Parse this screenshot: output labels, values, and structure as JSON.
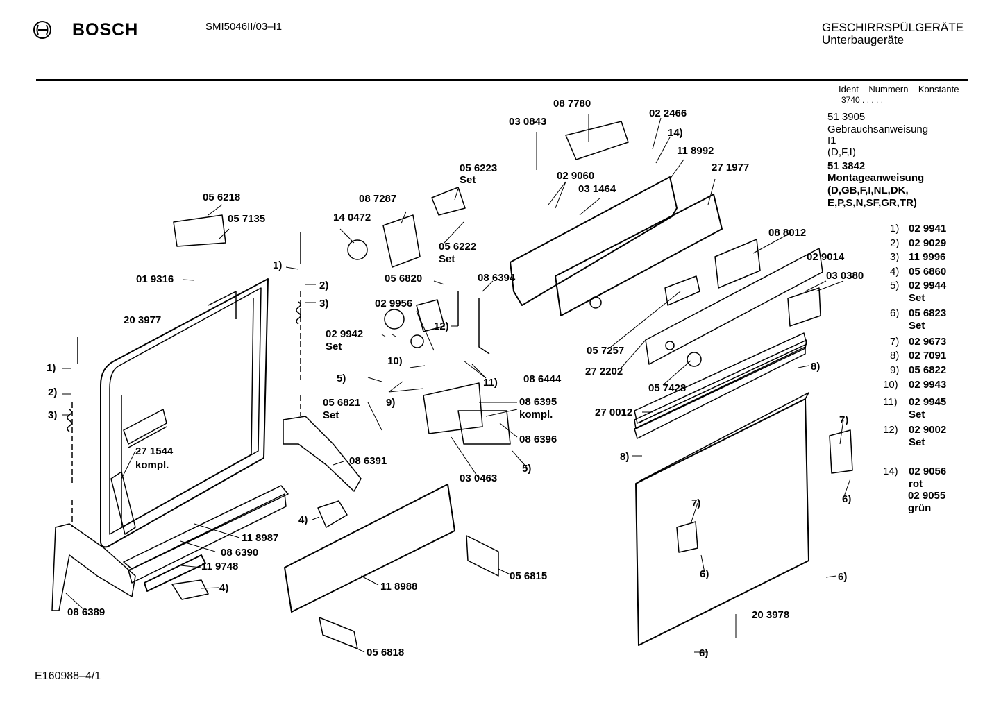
{
  "header": {
    "brand": "BOSCH",
    "model": "SMI5046II/03–I1",
    "category_line1": "GESCHIRRSPÜLGERÄTE",
    "category_line2": "Unterbaugeräte"
  },
  "sidebar": {
    "ident_title": "Ident – Nummern – Konstante",
    "ident_value": "3740  .  .  .  .  .",
    "doc1_number": "51 3905",
    "doc1_title": "Gebrauchsanweisung",
    "doc1_sub1": "I1",
    "doc1_sub2": "(D,F,I)",
    "doc2_number": "51 3842",
    "doc2_title": "Montageanweisung",
    "doc2_sub1": "(D,GB,F,I,NL,DK,",
    "doc2_sub2": "E,P,S,N,SF,GR,TR)",
    "legend": [
      {
        "idx": "1)",
        "part": "02 9941",
        "extra": ""
      },
      {
        "idx": "2)",
        "part": "02 9029",
        "extra": ""
      },
      {
        "idx": "3)",
        "part": "11 9996",
        "extra": ""
      },
      {
        "idx": "4)",
        "part": "05 6860",
        "extra": ""
      },
      {
        "idx": "5)",
        "part": "02 9944",
        "extra": "Set"
      },
      {
        "idx": "6)",
        "part": "05 6823",
        "extra": "Set"
      },
      {
        "idx": "7)",
        "part": "02 9673",
        "extra": ""
      },
      {
        "idx": "8)",
        "part": "02 7091",
        "extra": ""
      },
      {
        "idx": "9)",
        "part": "05 6822",
        "extra": ""
      },
      {
        "idx": "10)",
        "part": "02 9943",
        "extra": ""
      },
      {
        "idx": "11)",
        "part": "02 9945",
        "extra": "Set"
      },
      {
        "idx": "12)",
        "part": "02 9002",
        "extra": "Set"
      },
      {
        "idx": "14)",
        "part": "02 9056",
        "extra": "rot"
      }
    ],
    "legend14_alt_part": "02 9055",
    "legend14_alt_color": "grün"
  },
  "footer": {
    "drawing_id": "E160988–4/1"
  },
  "labels": [
    {
      "t": "08 7780"
    },
    {
      "t": "03 0843"
    },
    {
      "t": "02 2466"
    },
    {
      "t": "14)"
    },
    {
      "t": "11 8992"
    },
    {
      "t": "27 1977"
    },
    {
      "t": "02 9060"
    },
    {
      "t": "03 1464"
    },
    {
      "t": "05 6223"
    },
    {
      "t": "Set"
    },
    {
      "t": "08 7287"
    },
    {
      "t": "14 0472"
    },
    {
      "t": "05 6222"
    },
    {
      "t": "Set"
    },
    {
      "t": "05 6218"
    },
    {
      "t": "05 7135"
    },
    {
      "t": "1)"
    },
    {
      "t": "01 9316"
    },
    {
      "t": "2)"
    },
    {
      "t": "3)"
    },
    {
      "t": "20 3977"
    },
    {
      "t": "05 6820"
    },
    {
      "t": "08 6394"
    },
    {
      "t": "08 8012"
    },
    {
      "t": "02 9014"
    },
    {
      "t": "03 0380"
    },
    {
      "t": "02 9956"
    },
    {
      "t": "12)"
    },
    {
      "t": "02 9942"
    },
    {
      "t": "Set"
    },
    {
      "t": "10)"
    },
    {
      "t": "5)"
    },
    {
      "t": "9)"
    },
    {
      "t": "11)"
    },
    {
      "t": "08 6444"
    },
    {
      "t": "05 6821"
    },
    {
      "t": "Set"
    },
    {
      "t": "08 6395"
    },
    {
      "t": "kompl."
    },
    {
      "t": "08 6396"
    },
    {
      "t": "5)"
    },
    {
      "t": "03 0463"
    },
    {
      "t": "05 7257"
    },
    {
      "t": "27 2202"
    },
    {
      "t": "05 7428"
    },
    {
      "t": "8)"
    },
    {
      "t": "27 0012"
    },
    {
      "t": "8)"
    },
    {
      "t": "7)"
    },
    {
      "t": "6)"
    },
    {
      "t": "1)"
    },
    {
      "t": "2)"
    },
    {
      "t": "3)"
    },
    {
      "t": "27 1544"
    },
    {
      "t": "kompl."
    },
    {
      "t": "08 6391"
    },
    {
      "t": "4)"
    },
    {
      "t": "11 8987"
    },
    {
      "t": "08 6390"
    },
    {
      "t": "11 9748"
    },
    {
      "t": "4)"
    },
    {
      "t": "08 6389"
    },
    {
      "t": "11 8988"
    },
    {
      "t": "05 6815"
    },
    {
      "t": "05 6818"
    },
    {
      "t": "7)"
    },
    {
      "t": "6)"
    },
    {
      "t": "6)"
    },
    {
      "t": "20 3978"
    },
    {
      "t": "6)"
    }
  ]
}
